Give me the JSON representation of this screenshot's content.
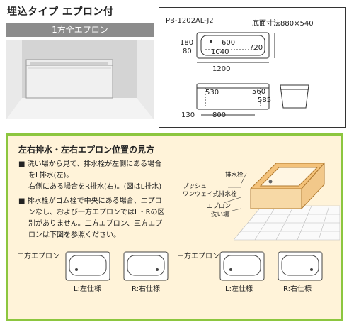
{
  "header": {
    "title": "埋込タイプ エプロン付",
    "banner": "1方全エプロン"
  },
  "drawing": {
    "model": "PB-1202AL-J2",
    "bottom_size": "底面寸法880×540",
    "dims": {
      "d180": "180",
      "d80": "80",
      "d600": "600",
      "d1040": "1040",
      "d720": "720",
      "d1200": "1200",
      "d530": "530",
      "d560": "560",
      "d585": "585",
      "d130": "130",
      "d800": "800"
    }
  },
  "guide": {
    "heading": "左右排水・左右エプロン位置の見方",
    "bullet": "■",
    "note1": [
      "洗い場から見て、排水栓が左側にある場合",
      "をL排水(左)。",
      "右側にある場合をR排水(右)。(図はL排水)"
    ],
    "note2": [
      "排水栓がゴム栓で中央にある場合、エプロ",
      "ンなし、および一方エプロンではL・Rの区",
      "別がありません。二方エプロン、三方エプ",
      "ロンは下図を参照ください。"
    ],
    "diagram_labels": {
      "drain": "排水栓",
      "push1": "プッシュ",
      "push2": "ワンウェイ式排水栓",
      "apron": "エプロン",
      "washarea": "洗い場"
    },
    "two_apron": {
      "label": "二方エプロン",
      "left": "L:左仕様",
      "right": "R:右仕様"
    },
    "three_apron": {
      "label": "三方エプロン",
      "left": "L:左仕様",
      "right": "R:右仕様"
    }
  }
}
